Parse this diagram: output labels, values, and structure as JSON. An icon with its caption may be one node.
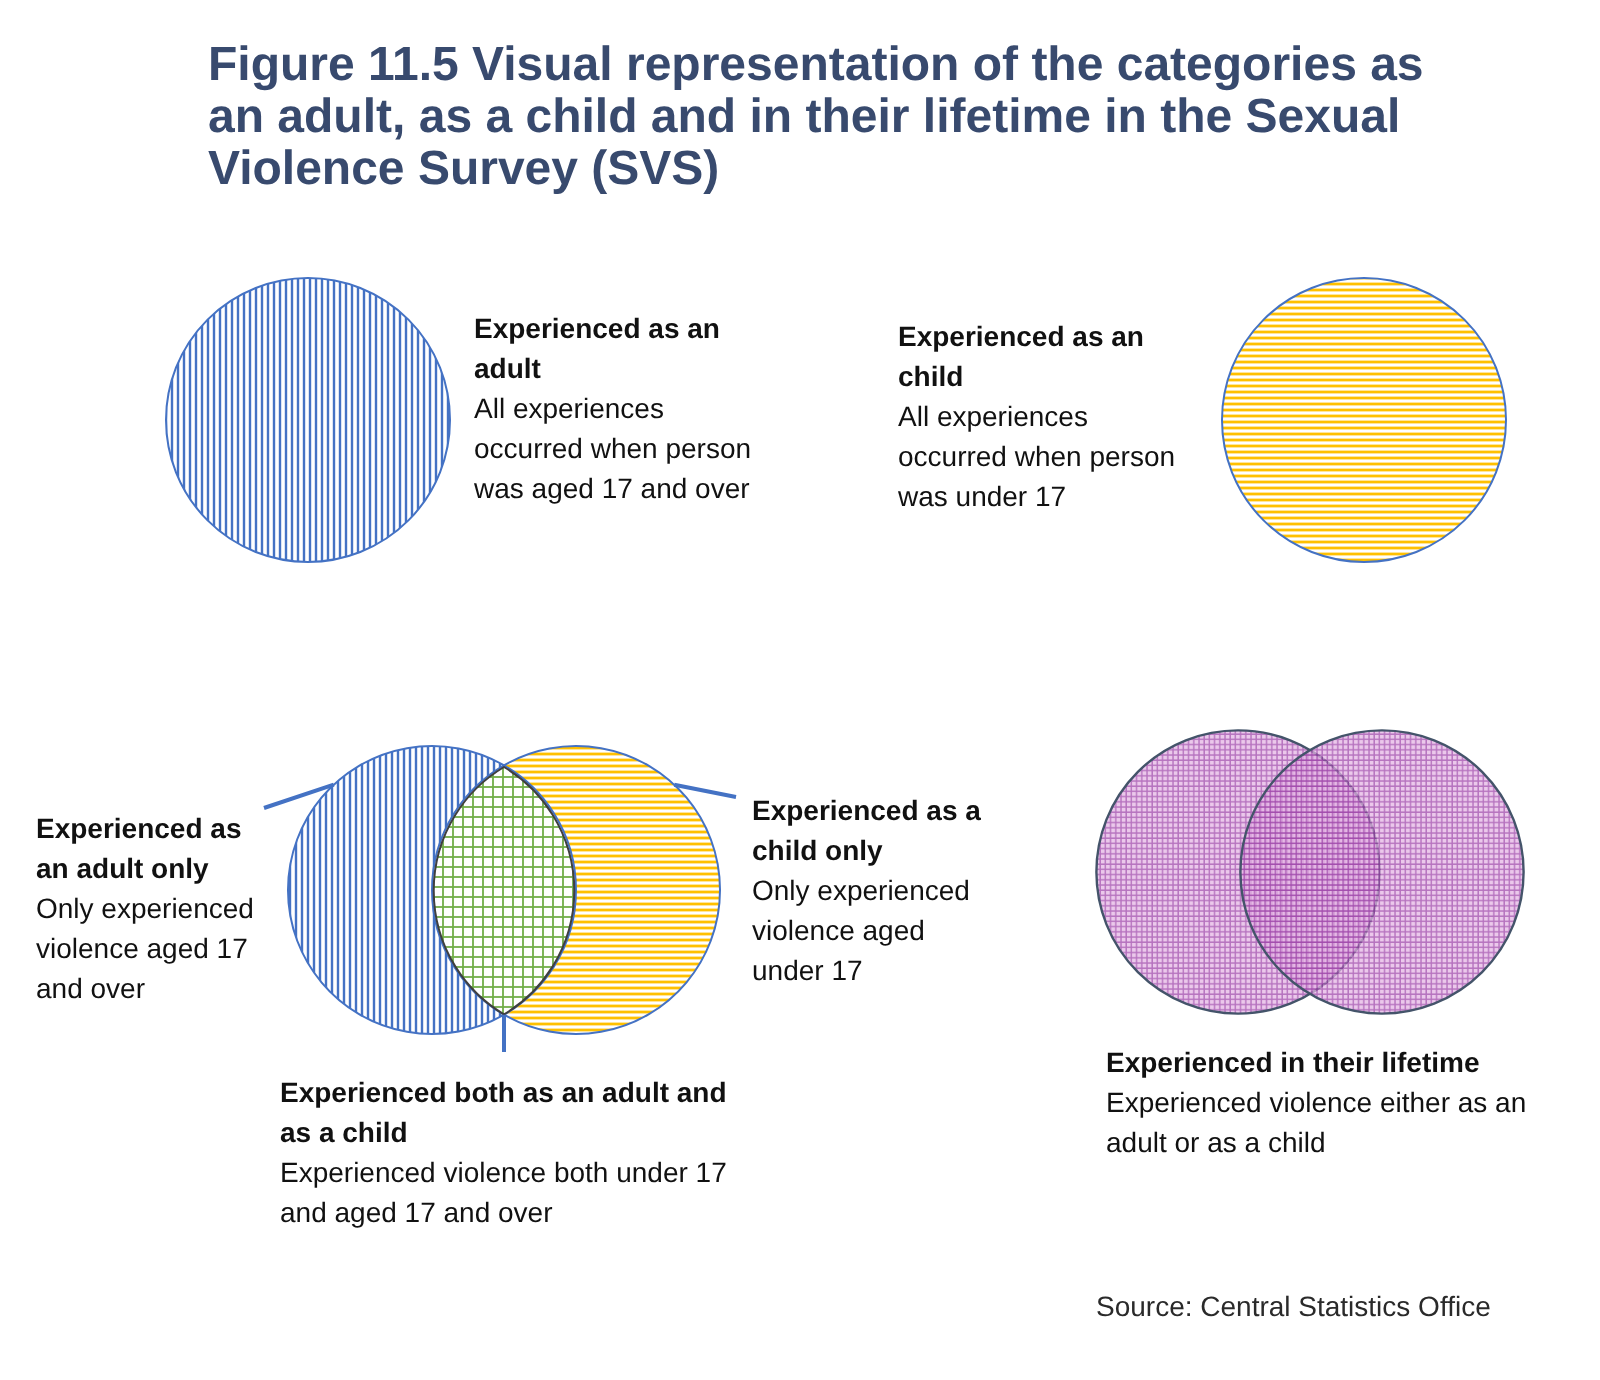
{
  "diagram": {
    "title": "Figure 11.5 Visual representation of the categories as an adult, as a child and in their lifetime in the Sexual Violence Survey (SVS)",
    "nodes": [
      {
        "text": [],
        "shape": "circle",
        "beside": [
          "Experienced as an adult",
          "All experiences occurred when person was aged 17 and over"
        ]
      },
      {
        "text": [],
        "shape": "circle",
        "beside": [
          "Experienced as an child",
          "All experiences occurred when person was under 17"
        ]
      },
      {
        "text": [
          "Experienced as an adult only",
          "Only experienced violence aged 17 and over"
        ]
      },
      {
        "text": [],
        "shape": "circle"
      },
      {
        "text": [],
        "shape": "circle"
      },
      {
        "text": [],
        "shape": "lens"
      },
      {
        "text": [
          "Experienced as a child only",
          "Only experienced violence aged under 17"
        ]
      },
      {
        "text": [
          "Experienced both as an adult and as a child",
          "Experienced violence both under 17 and aged 17 and over"
        ]
      },
      {
        "text": [],
        "shape": "circle"
      },
      {
        "text": [],
        "shape": "circle"
      }
    ],
    "edges": [
      {
        "from": 2,
        "to": 3,
        "arrow": "none"
      },
      {
        "from": 6,
        "to": 4,
        "arrow": "none"
      },
      {
        "from": 7,
        "to": 5,
        "arrow": "none"
      }
    ],
    "labels": [
      "Experienced in their lifetime",
      "Experienced violence either as an adult or as a child",
      "Source: Central Statistics Office"
    ]
  }
}
